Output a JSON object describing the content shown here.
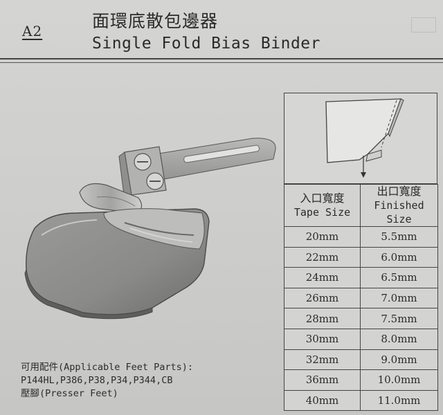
{
  "header": {
    "code": "A2",
    "title_zh": "面環底散包邊器",
    "title_en": "Single Fold Bias Binder"
  },
  "spec_table": {
    "col1_header_zh": "入口寬度",
    "col1_header_en": "Tape Size",
    "col2_header_zh": "出口寬度",
    "col2_header_en": "Finished Size",
    "rows": [
      {
        "tape": "20mm",
        "finished": "5.5mm"
      },
      {
        "tape": "22mm",
        "finished": "6.0mm"
      },
      {
        "tape": "24mm",
        "finished": "6.5mm"
      },
      {
        "tape": "26mm",
        "finished": "7.0mm"
      },
      {
        "tape": "28mm",
        "finished": "7.5mm"
      },
      {
        "tape": "30mm",
        "finished": "8.0mm"
      },
      {
        "tape": "32mm",
        "finished": "9.0mm"
      },
      {
        "tape": "36mm",
        "finished": "10.0mm"
      },
      {
        "tape": "40mm",
        "finished": "11.0mm"
      }
    ]
  },
  "notes": {
    "line1_zh": "可用配件",
    "line1_en": "(Applicable Feet Parts):",
    "line2": "P144HL,P386,P38,P34,P344,CB",
    "line3_zh": "壓腳",
    "line3_en": "(Presser Feet)"
  },
  "illustration": {
    "icon": "bias-binder-attachment-icon",
    "diagram_icon": "fold-diagram-icon"
  }
}
